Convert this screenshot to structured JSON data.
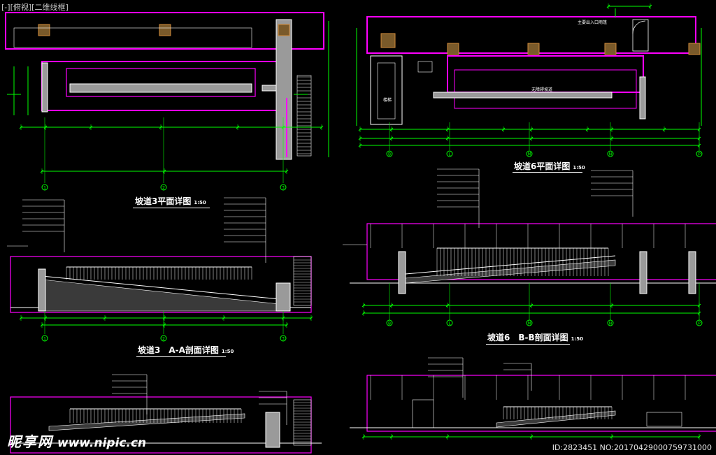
{
  "viewport_label": {
    "prefix": "[-]",
    "view": "[俯视]",
    "style": "[二维线框]"
  },
  "titles": {
    "ramp3_plan": {
      "text": "坡道3平面详图",
      "scale": "1:50"
    },
    "ramp3_section": {
      "text": "坡道3　A-A剖面详图",
      "scale": "1:50"
    },
    "ramp6_plan": {
      "text": "坡道6平面详图",
      "scale": "1:50"
    },
    "ramp6_section": {
      "text": "坡道6　B-B剖面详图",
      "scale": "1:50"
    }
  },
  "grid_axes": {
    "ramp3": [
      "1",
      "2",
      "3"
    ],
    "ramp6": [
      "B",
      "L",
      "M",
      "N",
      "P"
    ]
  },
  "plan_notes": {
    "ramp6_room": "无障碍坡道",
    "ramp6_stair": "楼梯",
    "ramp6_top": "主要出入口雨篷"
  },
  "watermark": {
    "brand": "昵享网",
    "url": "www.nipic.cn",
    "id_line": "ID:2823451 NO:20170429000759731000"
  },
  "colors": {
    "background": "#000000",
    "wall": "#ff00ff",
    "dimension": "#00ff00",
    "hatch": "#ffffff",
    "column": "#d08a3a",
    "grid_axis": "#00ff00"
  }
}
